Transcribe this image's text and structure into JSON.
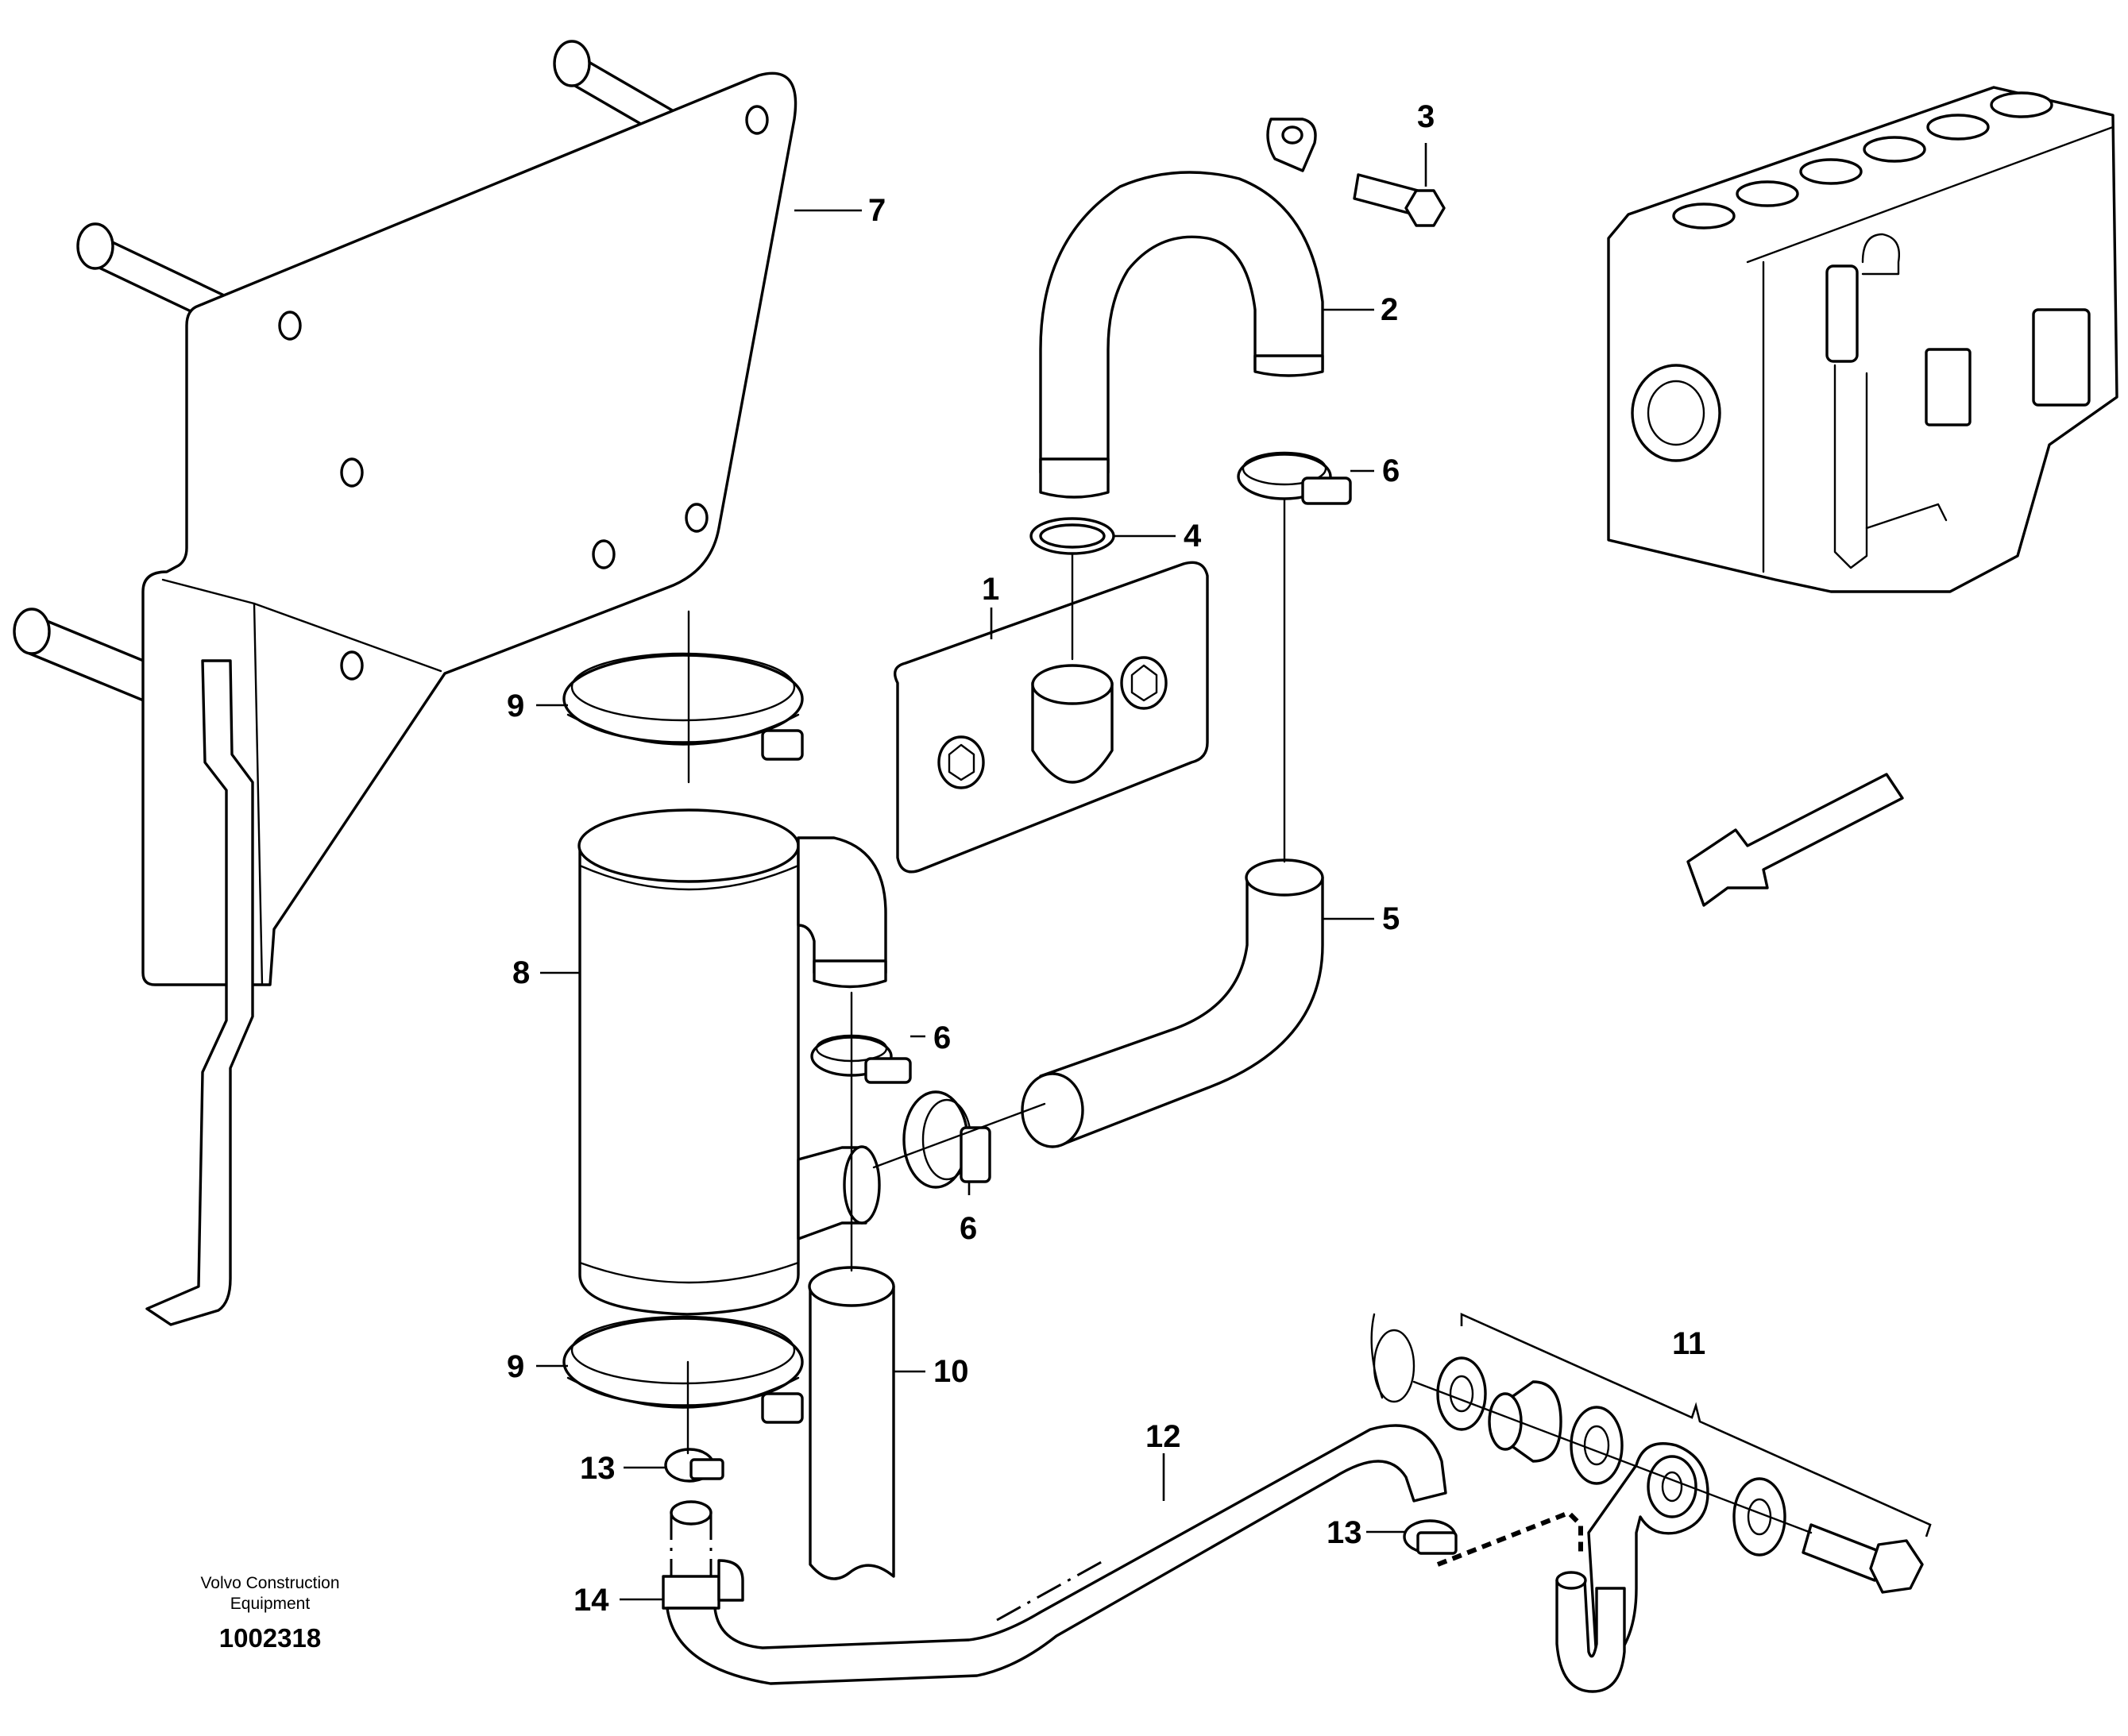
{
  "diagram": {
    "callouts": {
      "c1": "1",
      "c2": "2",
      "c3": "3",
      "c4": "4",
      "c5": "5",
      "c6a": "6",
      "c6b": "6",
      "c6c": "6",
      "c7": "7",
      "c8": "8",
      "c9a": "9",
      "c9b": "9",
      "c10": "10",
      "c11": "11",
      "c12": "12",
      "c13a": "13",
      "c13b": "13",
      "c14": "14"
    },
    "footer": {
      "brand_line1": "Volvo Construction",
      "brand_line2": "Equipment",
      "reference_number": "1002318"
    }
  }
}
